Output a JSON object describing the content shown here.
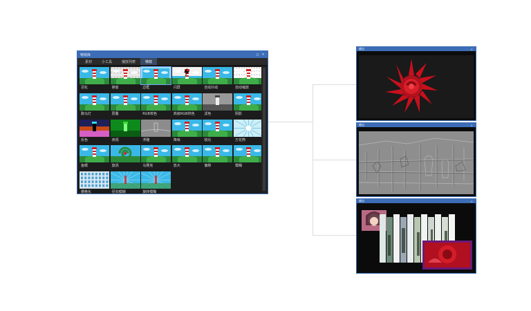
{
  "library": {
    "title": "特效库",
    "window_buttons": [
      "◻",
      "×"
    ],
    "tabs": [
      "素材",
      "小工具",
      "播放列表",
      "特效"
    ],
    "active_tab": 3,
    "effects": [
      "羽化",
      "擦窗",
      "边框",
      "闪屏",
      "自动抖动",
      "自动缩放",
      "跑马灯",
      "层叠",
      "RGB校色",
      "高级RGB校色",
      "滤色",
      "阴影",
      "反色",
      "夜视",
      "浮雕",
      "降噪",
      "锐化",
      "万花筒",
      "鱼眼",
      "旋涡",
      "马赛克",
      "放大",
      "偏移",
      "模糊",
      "栅格化",
      "径向模糊",
      "旋转模糊"
    ],
    "selected_index": 2
  },
  "previews": [
    {
      "title": "输出",
      "dots": "· ×"
    },
    {
      "title": "输出",
      "dots": "· ×"
    },
    {
      "title": "输出",
      "dots": "· ×"
    }
  ],
  "colors": {
    "accent": "#3c6db6",
    "window_bg": "#1c1c1c",
    "sky": "#3ab9e8"
  }
}
